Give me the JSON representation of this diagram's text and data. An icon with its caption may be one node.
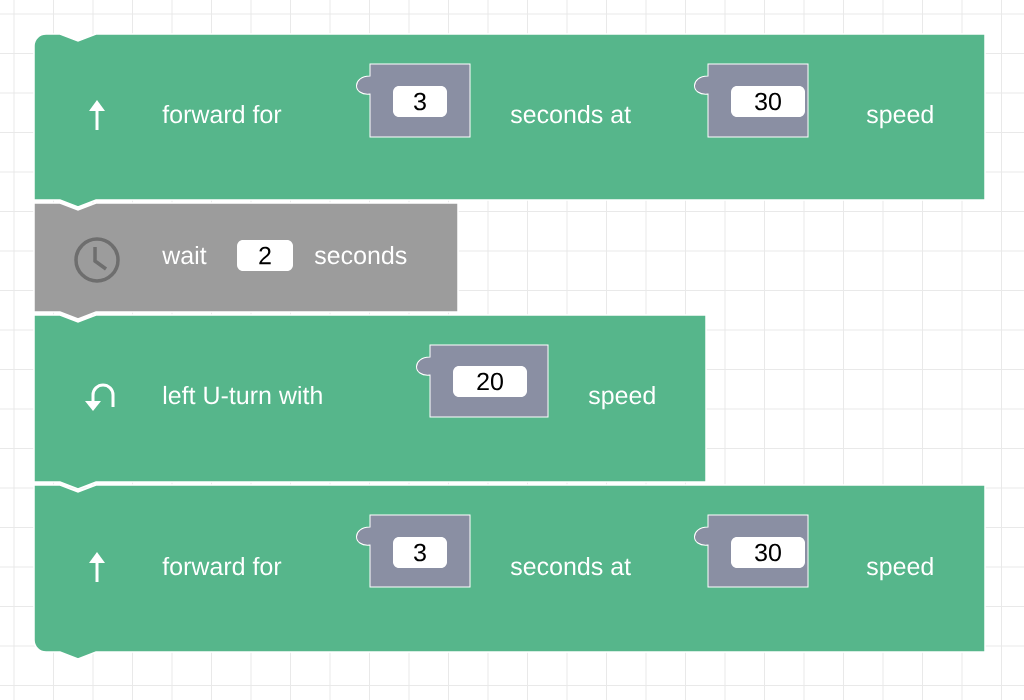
{
  "diagram": {
    "nodes": [
      {
        "text": [
          "forward for",
          "seconds at",
          "speed"
        ]
      },
      {
        "text": [
          "3"
        ],
        "in": 0
      },
      {
        "text": [
          "30"
        ],
        "in": 0
      },
      {
        "text": [
          "wait",
          "seconds"
        ]
      },
      {
        "text": [
          "2"
        ],
        "in": 3
      },
      {
        "text": [
          "left U-turn with",
          "speed"
        ]
      },
      {
        "text": [
          "20"
        ],
        "in": 5
      },
      {
        "text": [
          "forward for",
          "seconds at",
          "speed"
        ]
      },
      {
        "text": [
          "3"
        ],
        "in": 7
      },
      {
        "text": [
          "30"
        ],
        "in": 7
      }
    ]
  }
}
